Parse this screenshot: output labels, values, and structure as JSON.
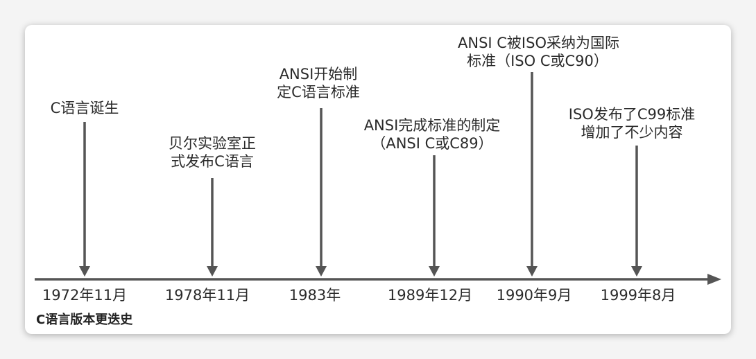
{
  "caption": "C语言版本更迭史",
  "events": [
    {
      "date": "1972年11月",
      "label_lines": [
        "C语言诞生"
      ]
    },
    {
      "date": "1978年11月",
      "label_lines": [
        "贝尔实验室正",
        "式发布C语言"
      ]
    },
    {
      "date": "1983年",
      "label_lines": [
        "ANSI开始制",
        "定C语言标准"
      ]
    },
    {
      "date": "1989年12月",
      "label_lines": [
        "ANSI完成标准的制定",
        "（ANSI C或C89）"
      ]
    },
    {
      "date": "1990年9月",
      "label_lines": [
        "ANSI C被ISO采纳为国际",
        "标准（ISO C或C90）"
      ]
    },
    {
      "date": "1999年8月",
      "label_lines": [
        "ISO发布了C99标准",
        "增加了不少内容"
      ]
    }
  ],
  "colors": {
    "line": "#555555",
    "text": "#2a2a2a"
  }
}
